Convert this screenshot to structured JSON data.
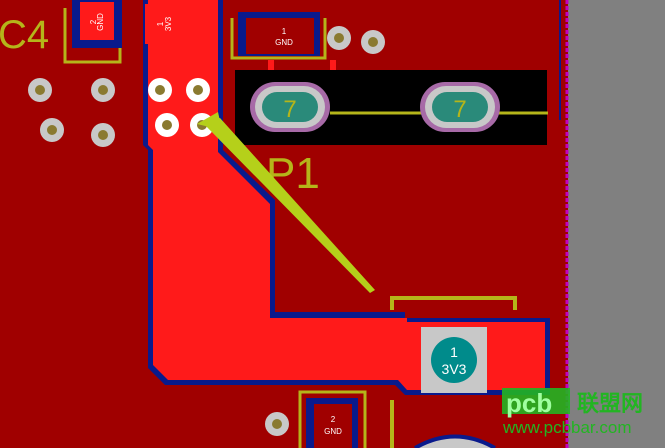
{
  "designator_c4": "C4",
  "designator_p1": "P1",
  "pads": {
    "c4_pad2": {
      "num": "2",
      "net": "GND"
    },
    "top_pad1_3v3": {
      "num": "1",
      "net": "3V3"
    },
    "top_pad1_gnd": {
      "num": "1",
      "net": "GND"
    },
    "big_pad": {
      "num": "1",
      "net": "3V3"
    },
    "bottom_pad2": {
      "num": "2",
      "net": "GND"
    }
  },
  "slot_pads": [
    {
      "label": "7"
    },
    {
      "label": "7"
    }
  ],
  "watermark": {
    "brand": "pcb",
    "cn": "联盟网",
    "url": "www.pcbbar.com"
  },
  "colors": {
    "board": "#a00000",
    "copper": "#ff1a1a",
    "mask": "#0a1a8c",
    "silk": "#b5b51a",
    "pad_gray": "#c8c8c8",
    "slot_teal": "#2a8a7a",
    "outline": "#c000c0",
    "outside": "#808080"
  }
}
